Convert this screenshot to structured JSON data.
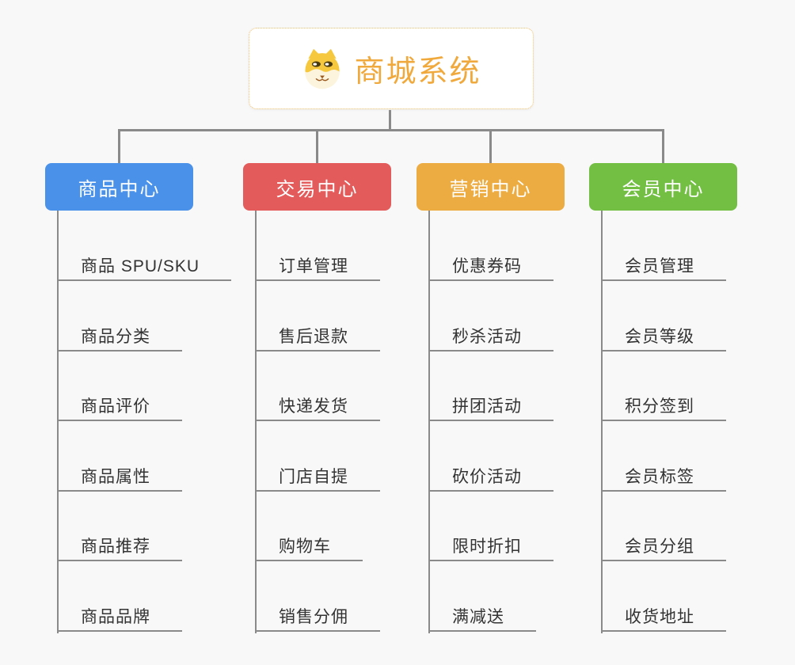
{
  "page": {
    "background_color": "#f8f8f8",
    "connector_color": "#8a8a8a",
    "leaf_text_color": "#333333"
  },
  "root": {
    "title": "商城系统",
    "title_color": "#f0a93c",
    "icon": "dog-face-icon",
    "border_color": "#f2bd66"
  },
  "branches": [
    {
      "name": "product-center",
      "label": "商品中心",
      "color": "#4a91e9",
      "items": [
        "商品 SPU/SKU",
        "商品分类",
        "商品评价",
        "商品属性",
        "商品推荐",
        "商品品牌"
      ]
    },
    {
      "name": "trade-center",
      "label": "交易中心",
      "color": "#e45b5b",
      "items": [
        "订单管理",
        "售后退款",
        "快递发货",
        "门店自提",
        "购物车",
        "销售分佣"
      ]
    },
    {
      "name": "marketing-center",
      "label": "营销中心",
      "color": "#edac42",
      "items": [
        "优惠券码",
        "秒杀活动",
        "拼团活动",
        "砍价活动",
        "限时折扣",
        "满减送"
      ]
    },
    {
      "name": "member-center",
      "label": "会员中心",
      "color": "#72bf44",
      "items": [
        "会员管理",
        "会员等级",
        "积分签到",
        "会员标签",
        "会员分组",
        "收货地址"
      ]
    }
  ]
}
